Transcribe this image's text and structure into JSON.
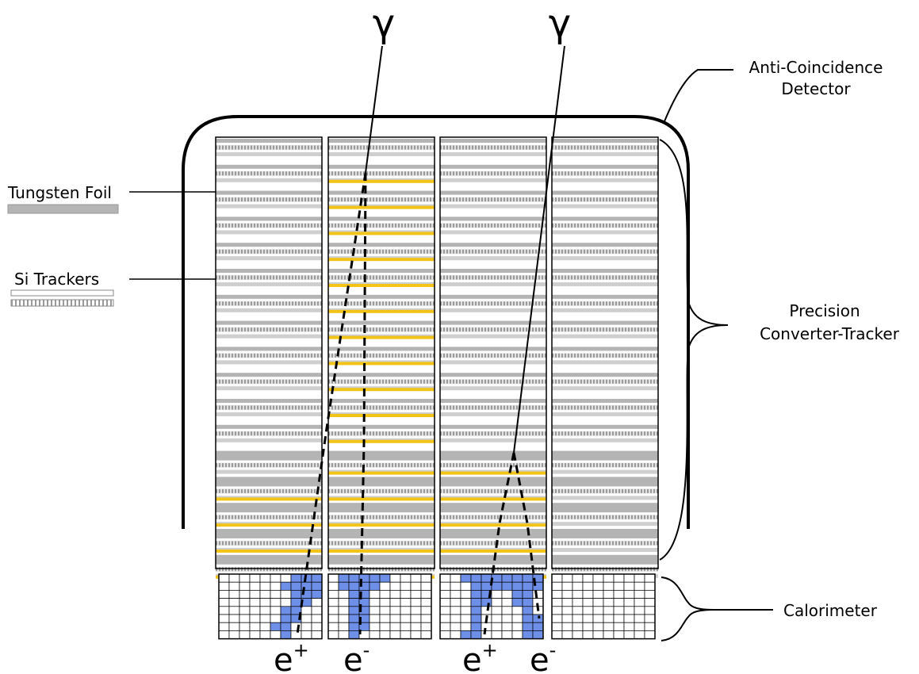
{
  "photon_symbol": "γ",
  "labels": {
    "acd_line1": "Anti-Coincidence",
    "acd_line2": "Detector",
    "tungsten": "Tungsten Foil",
    "si_trackers": "Si Trackers",
    "tracker_line1": "Precision",
    "tracker_line2": "Converter-Tracker",
    "calorimeter": "Calorimeter"
  },
  "particles": {
    "positron_base": "e",
    "positron_sup": "+",
    "electron_base": "e",
    "electron_sup": "-"
  },
  "colors": {
    "hit_strip": "#f2c418",
    "calorimeter_hit": "#6e8fe8",
    "tungsten_foil": "#b4b4b4",
    "outline": "#000000"
  }
}
